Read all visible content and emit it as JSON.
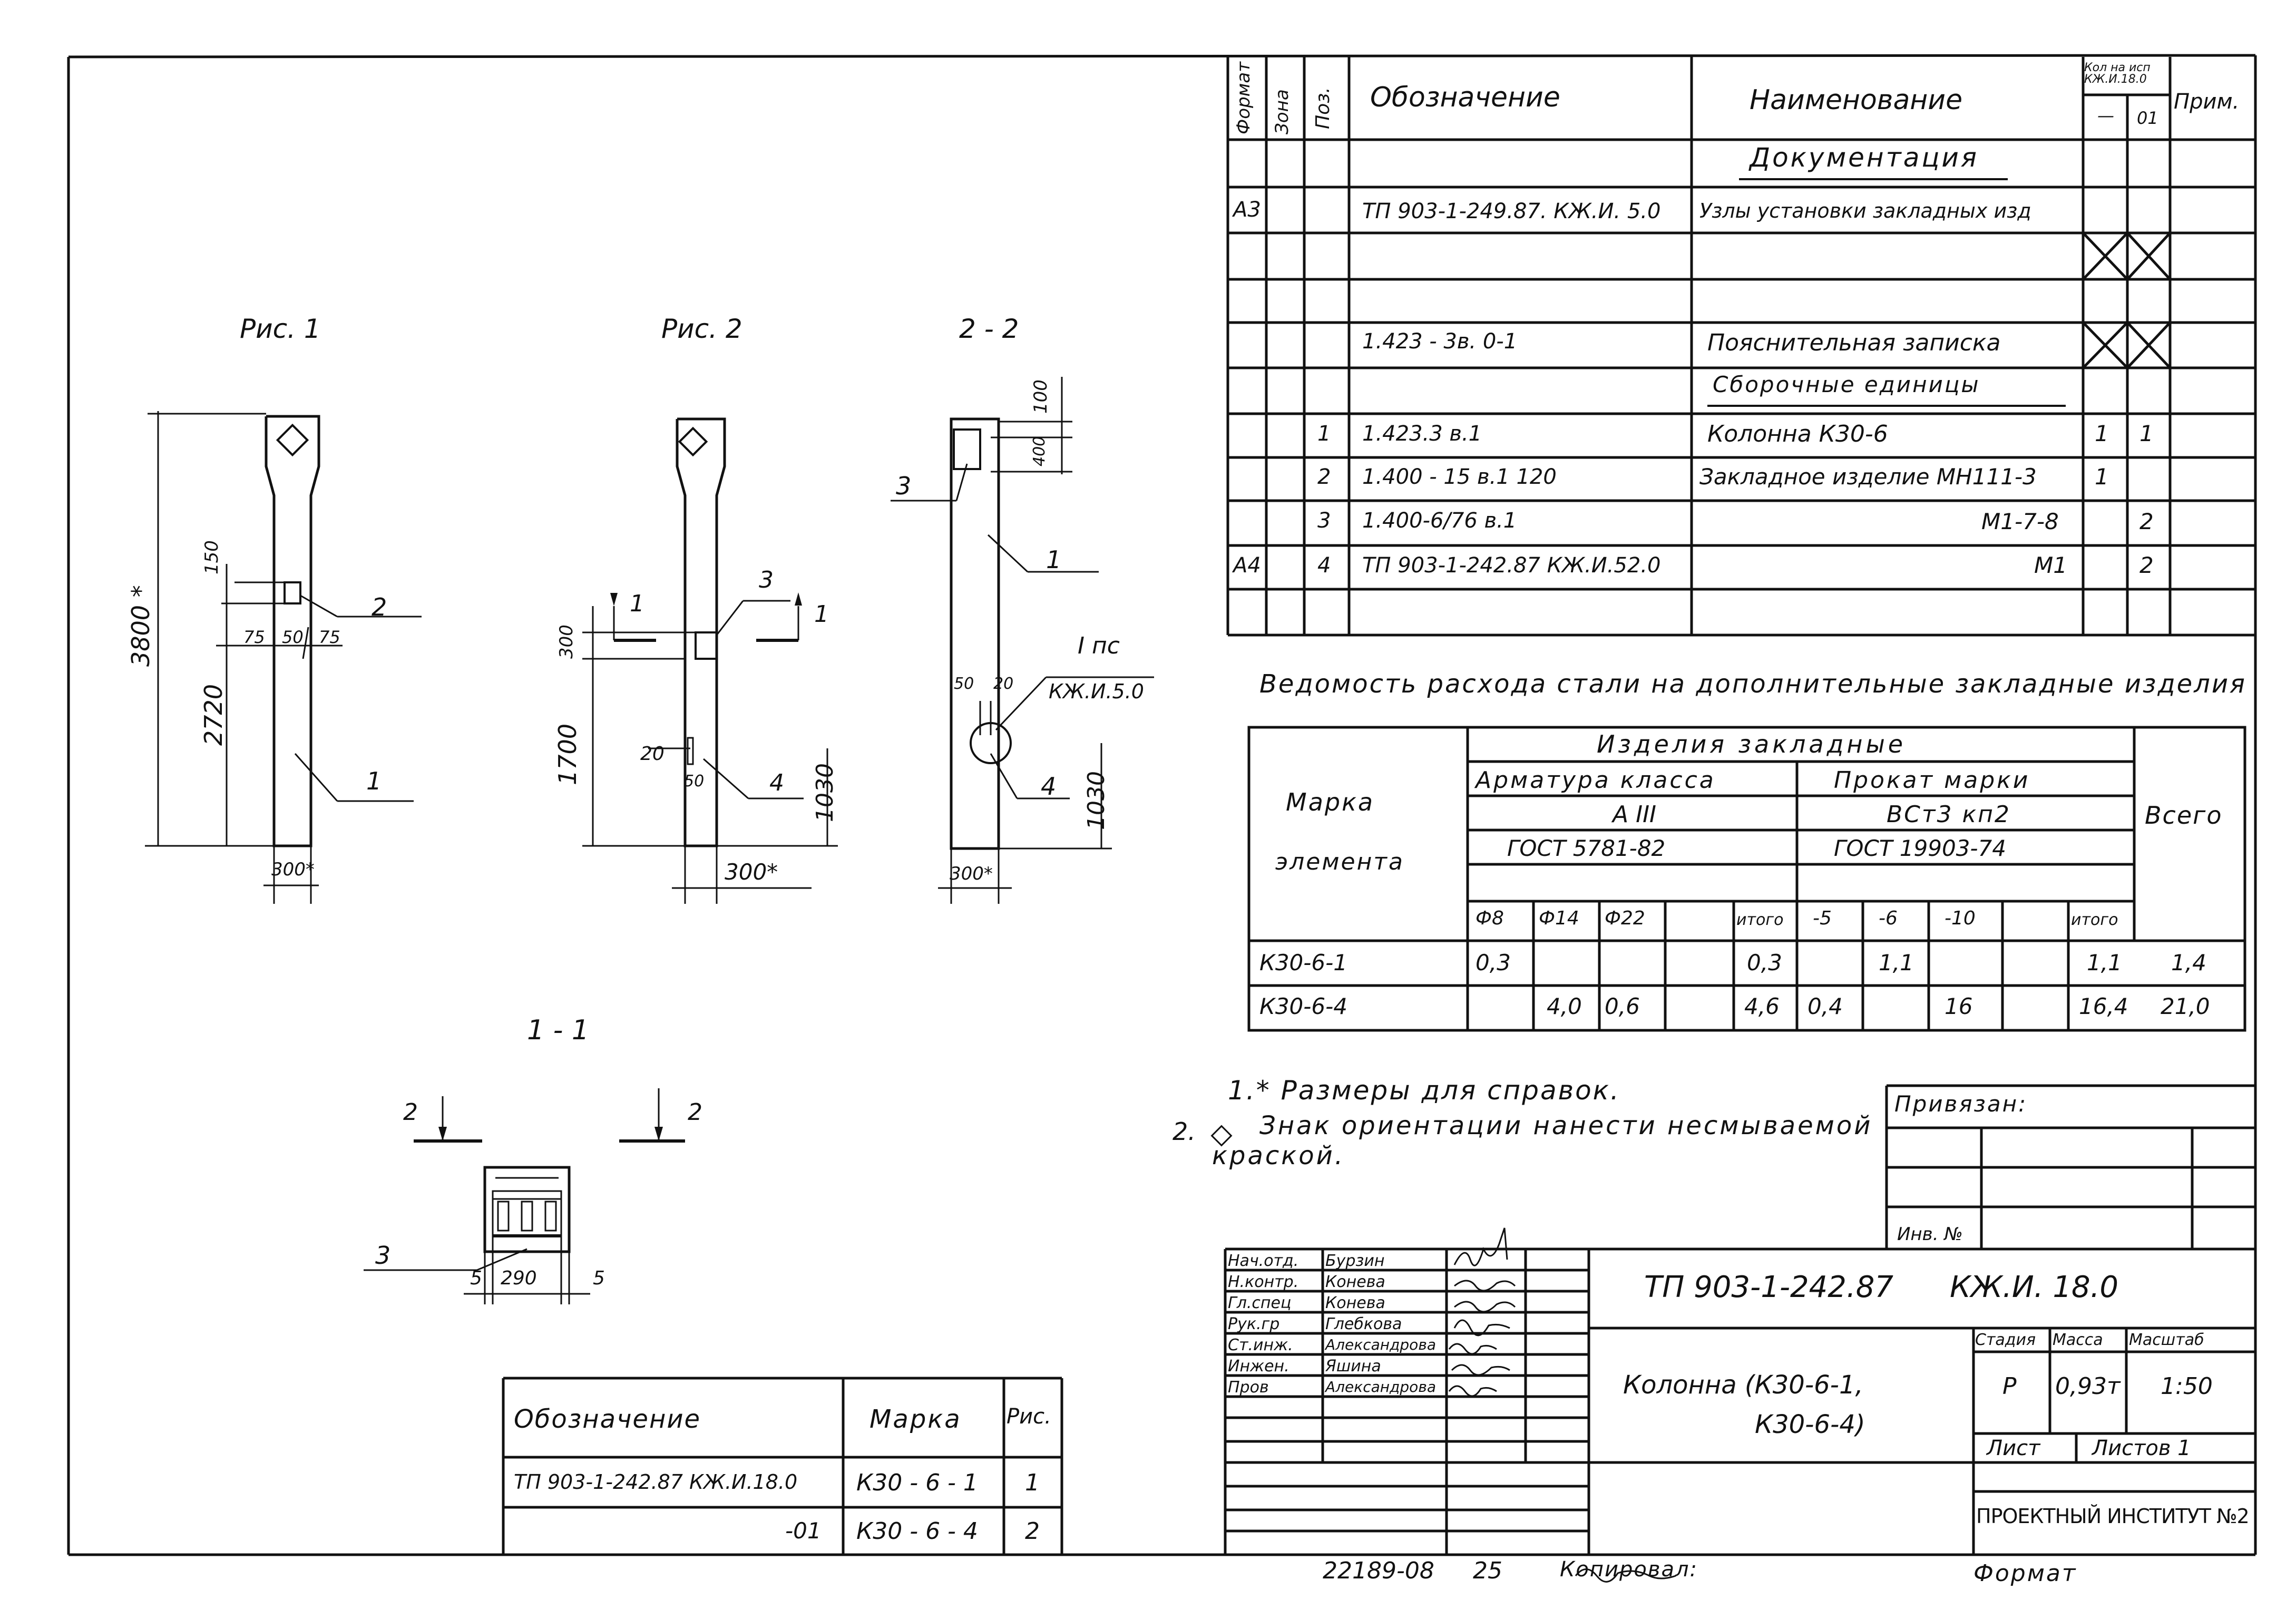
{
  "spec": {
    "headers": {
      "format": "Формат",
      "zone": "Зона",
      "pos": "Поз.",
      "designation": "Обозначение",
      "name": "Наименование",
      "qty": "Кол на исп КЖ.И.18.0",
      "qty_dash": "—",
      "qty_01": "01",
      "note": "Прим."
    },
    "section_doc": "Документация",
    "section_asm": "Сборочные единицы",
    "rows": [
      {
        "format": "А3",
        "pos": "",
        "designation": "ТП 903-1-249.87. КЖ.И. 5.0",
        "name": "Узлы установки закладных изд",
        "q1": "",
        "q2": ""
      },
      {
        "format": "",
        "pos": "",
        "designation": "1.423 - 3в. 0-1",
        "name": "Пояснительная записка",
        "q1": "",
        "q2": ""
      },
      {
        "format": "",
        "pos": "1",
        "designation": "1.423.3 в.1",
        "name": "Колонна  К30-6",
        "q1": "1",
        "q2": "1"
      },
      {
        "format": "",
        "pos": "2",
        "designation": "1.400 - 15 в.1   120",
        "name": "Закладное изделие МН111-3",
        "q1": "1",
        "q2": ""
      },
      {
        "format": "",
        "pos": "3",
        "designation": "1.400-6/76 в.1",
        "name": "М1-7-8",
        "q1": "",
        "q2": "2"
      },
      {
        "format": "А4",
        "pos": "4",
        "designation": "ТП 903-1-242.87 КЖ.И.52.0",
        "name": "М1",
        "q1": "",
        "q2": "2"
      }
    ]
  },
  "steel": {
    "title": "Ведомость расхода стали на дополнительные закладные изделия",
    "mark_header": "Марка элемента",
    "mark_l1": "Марка",
    "mark_l2": "элемента",
    "group": "Изделия  закладные",
    "arm": "Арматура  класса",
    "arm_class": "А III",
    "arm_gost": "ГОСТ 5781-82",
    "prokat": "Прокат  марки",
    "prokat_grade": "ВСт3 кп2",
    "prokat_gost": "ГОСТ 19903-74",
    "total": "Всего",
    "cols": [
      "Ф8",
      "Ф14",
      "Ф22",
      "",
      "итого",
      "-5",
      "-6",
      "-10",
      "",
      "итого"
    ],
    "rows": [
      {
        "mark": "К30-6-1",
        "v": [
          "0,3",
          "",
          "",
          "",
          "0,3",
          "",
          "1,1",
          "",
          "",
          "1,1"
        ],
        "total": "1,4"
      },
      {
        "mark": "К30-6-4",
        "v": [
          "",
          "4,0",
          "0,6",
          "",
          "4,6",
          "0,4",
          "",
          "16",
          "",
          "16,4"
        ],
        "total": "21,0"
      }
    ]
  },
  "notes": {
    "n1": "1.* Размеры для справок.",
    "n2a": "2.",
    "n2b": "Знак ориентации нанести несмываемой",
    "n2c": "краской."
  },
  "privyazan": {
    "label": "Привязан:",
    "inv": "Инв. №"
  },
  "figures": {
    "fig1": "Рис. 1",
    "fig2": "Рис. 2",
    "sec22": "2 - 2",
    "sec11": "1 - 1",
    "dims": {
      "d3800": "3800 *",
      "d2720": "2720",
      "d150": "150",
      "d75a": "75",
      "d50": "50",
      "d75b": "75",
      "d300a": "300*",
      "d300b": "300",
      "d1700": "1700",
      "d20": "20",
      "d50b": "50",
      "d1030a": "1030",
      "d300c": "300*",
      "d100": "100",
      "d400": "400",
      "d50c": "50",
      "d20c": "20",
      "d1030b": "1030",
      "d300d": "300*",
      "d5a": "5",
      "d290": "290",
      "d5b": "5"
    },
    "labels": {
      "l1": "1",
      "l2": "2",
      "l3": "3",
      "l4": "4",
      "ipc": "I пс",
      "kzh": "КЖ.И.5.0"
    }
  },
  "marks_table": {
    "h_desig": "Обозначение",
    "h_mark": "Марка",
    "h_fig": "Рис.",
    "rows": [
      {
        "desig": "ТП 903-1-242.87  КЖ.И.18.0",
        "mark": "К30 - 6 - 1",
        "fig": "1"
      },
      {
        "desig": "-01",
        "mark": "К30 - 6 - 4",
        "fig": "2"
      }
    ]
  },
  "title_block": {
    "roles": [
      "Нач.отд.",
      "Н.контр.",
      "Гл.спец",
      "Рук.гр",
      "Ст.инж.",
      "Инжен.",
      "Пров"
    ],
    "names": [
      "Бурзин",
      "Конева",
      "Конева",
      "Глебкова",
      "Александрова",
      "Яшина",
      "Александрова"
    ],
    "code": "ТП 903-1-242.87",
    "code2": "КЖ.И. 18.0",
    "object_l1": "Колонна  (К30-6-1,",
    "object_l2": "К30-6-4)",
    "stage_h": "Стадия",
    "mass_h": "Масса",
    "scale_h": "Масштаб",
    "stage": "Р",
    "mass": "0,93т",
    "scale": "1:50",
    "sheet": "Лист",
    "sheets": "Листов 1",
    "org": "ПРОЕКТНЫЙ ИНСТИТУТ №2"
  },
  "footer": {
    "num": "22189-08",
    "page": "25",
    "copied": "Копировал:",
    "format": "Формат"
  }
}
